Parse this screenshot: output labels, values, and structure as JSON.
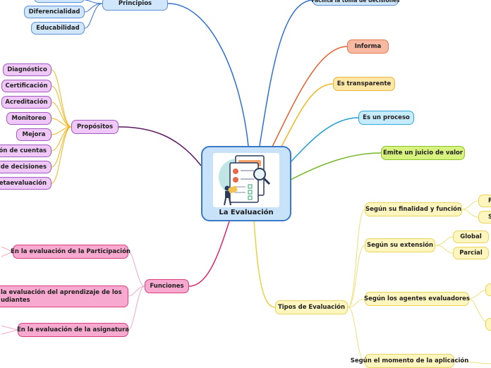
{
  "central": {
    "title": "La Evaluación",
    "icon": "evaluation-clipboard-illustration"
  },
  "colors": {
    "principios": "#2f6fd0",
    "propositos": "#5a1a5e",
    "funciones": "#d8276a",
    "informa": "#e5602d",
    "transparente": "#f3b41d",
    "proceso": "#1f9bd2",
    "juicio": "#77b82a",
    "tipos": "#e8d146"
  },
  "branches": {
    "principios": {
      "label": "Principios",
      "children": [
        "Diferencialidad",
        "Educabilidad"
      ]
    },
    "facilita": {
      "label": "Facilita la toma de decisiones"
    },
    "propositos": {
      "label": "Propósitos",
      "children": [
        "Diagnóstico",
        "Certificación",
        "Acreditación",
        "Monitoreo",
        "Mejora",
        "ción de cuentas",
        "na de decisiones",
        "Metaevaluación"
      ]
    },
    "informa": {
      "label": "Informa"
    },
    "transparente": {
      "label": "Es transparente"
    },
    "proceso": {
      "label": "Es un proceso"
    },
    "juicio": {
      "label": "Emite un juicio de valor"
    },
    "funciones": {
      "label": "Funciones",
      "children": [
        "En la evaluación de la Participación",
        "la evaluación del aprendizaje de los",
        "udiantes",
        "En la evaluación de la asignatura"
      ]
    },
    "tipos": {
      "label": "Tipos de Evaluación",
      "children": [
        "Según su finalidad y función",
        "Según su extensión",
        "Según los agentes evaluadores",
        "Según el momento de la aplicación"
      ],
      "finalidad_children": [
        "F",
        "S"
      ],
      "extension_children": [
        "Global",
        "Parcial"
      ]
    }
  }
}
